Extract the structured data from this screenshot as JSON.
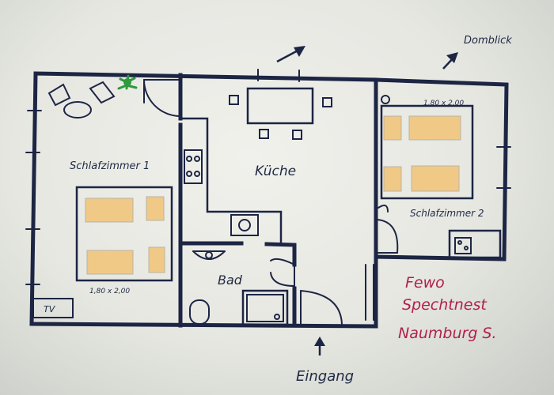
{
  "labels": {
    "bedroom1": "Schlafzimmer 1",
    "bedroom2": "Schlafzimmer 2",
    "kitchen": "Küche",
    "bath": "Bad",
    "entrance": "Eingang",
    "cathedral_view": "Domblick",
    "bed1_size": "1,80 x 2,00",
    "bed2_size": "1,80 x 2,00",
    "tv": "TV"
  },
  "title": {
    "line1": "Fewo",
    "line2": "Spechtnest",
    "line3": "Naumburg S."
  },
  "colors": {
    "ink": "#1d2544",
    "bed_fill": "#f0c986",
    "title_ink": "#b0204a",
    "plant": "#2e9a3c"
  }
}
